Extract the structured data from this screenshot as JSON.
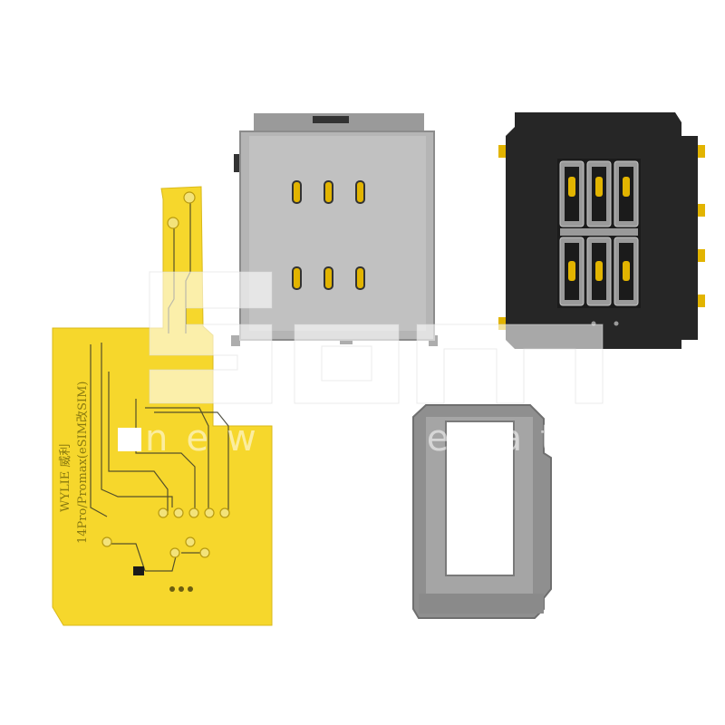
{
  "product": {
    "board_brand": "WYLIE 威利",
    "board_model": "14Pro/Promax(eSIM改SIM)"
  },
  "watermark": {
    "logo_text": "Sgm",
    "tagline": "new generation"
  },
  "colors": {
    "background": "#ffffff",
    "flex_pcb": "#f6d72c",
    "pcb_trace": "#3a3a2a",
    "metal_connector": "#b5b5b5",
    "black_connector": "#262626",
    "gold_contact": "#e2b400",
    "sim_tray": "#8f8f8f"
  }
}
